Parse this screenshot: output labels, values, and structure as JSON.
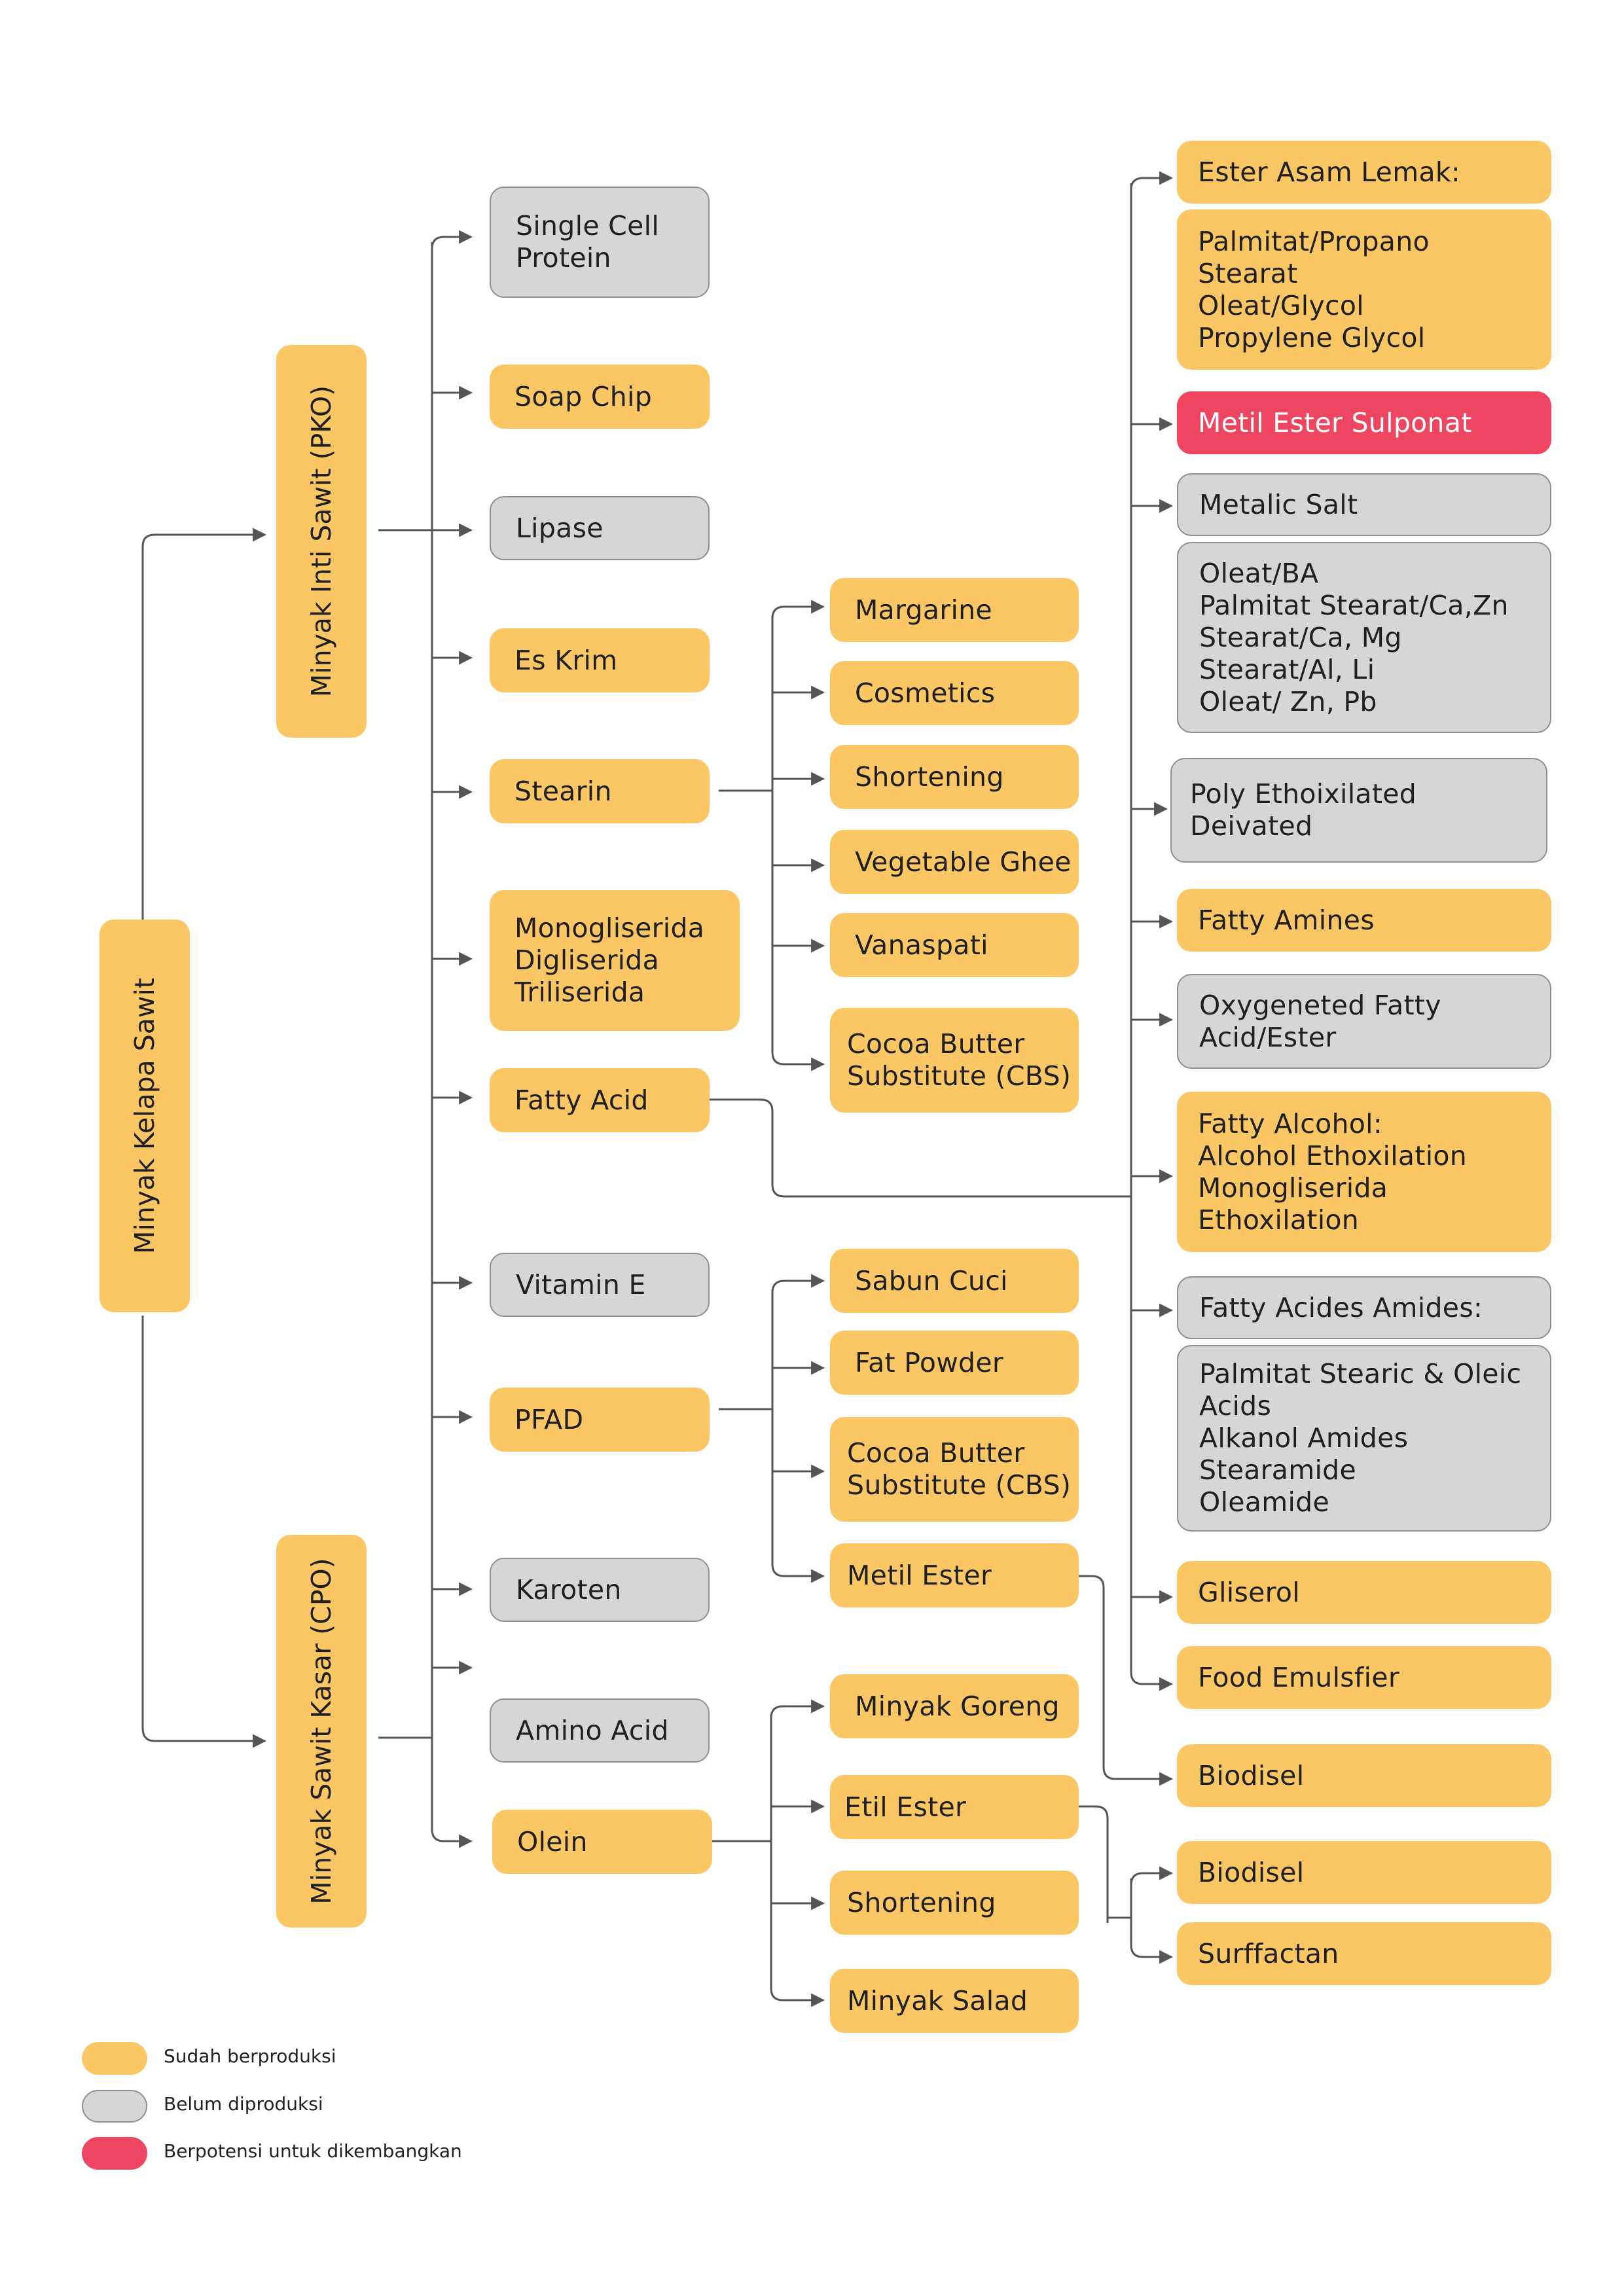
{
  "root": "Minyak Kelapa Sawit",
  "branches": {
    "pko": "Minyak Inti Sawit (PKO)",
    "cpo": "Minyak Sawit Kasar (CPO)"
  },
  "level1": {
    "single_cell_protein": "Single Cell\nProtein",
    "soap_chip": "Soap Chip",
    "lipase": "Lipase",
    "es_krim": "Es Krim",
    "stearin": "Stearin",
    "glycerides": "Monogliserida\nDigliserida\nTriliserida",
    "fatty_acid": "Fatty Acid",
    "vitamin_e": "Vitamin E",
    "pfad": "PFAD",
    "karoten": "Karoten",
    "amino_acid": "Amino Acid",
    "olein": "Olein"
  },
  "level2": {
    "margarine": "Margarine",
    "cosmetics": "Cosmetics",
    "shortening_1": "Shortening",
    "vegetable_ghee": "Vegetable Ghee",
    "vanaspati": "Vanaspati",
    "cbs_1": "Cocoa Butter\nSubstitute (CBS)",
    "sabun_cuci": "Sabun Cuci",
    "fat_powder": "Fat Powder",
    "cbs_2": "Cocoa Butter\nSubstitute (CBS)",
    "metil_ester": "Metil Ester",
    "minyak_goreng": "Minyak Goreng",
    "etil_ester": "Etil Ester",
    "shortening_2": "Shortening",
    "minyak_salad": "Minyak Salad"
  },
  "level3": {
    "ester_asam_lemak": "Ester Asam Lemak:",
    "ester_asam_lemak_list": "Palmitat/Propano\nStearat\nOleat/Glycol\nPropylene Glycol",
    "metil_ester_sulponat": "Metil Ester Sulponat",
    "metalic_salt": "Metalic Salt",
    "metalic_salt_list": "Oleat/BA\nPalmitat Stearat/Ca,Zn\nStearat/Ca, Mg\nStearat/Al, Li\nOleat/ Zn, Pb",
    "poly_ethoxylated": "Poly Ethoixilated\nDeivated",
    "fatty_amines": "Fatty Amines",
    "oxygeneted": "Oxygeneted Fatty\nAcid/Ester",
    "fatty_alcohol": "Fatty Alcohol:\nAlcohol Ethoxilation\nMonogliserida\nEthoxilation",
    "fatty_acides_amides": "Fatty Acides Amides:",
    "amides_list": "Palmitat Stearic & Oleic\nAcids\nAlkanol Amides\nStearamide\nOleamide",
    "gliserol": "Gliserol",
    "food_emulsifier": "Food Emulsfier",
    "biodisel_1": "Biodisel",
    "biodisel_2": "Biodisel",
    "surfactan": "Surffactan"
  },
  "legend": [
    {
      "label": "Sudah berproduksi",
      "color": "#fbc765"
    },
    {
      "label": "Belum diproduksi",
      "color": "#d5d6d8"
    },
    {
      "label": "Berpotensi untuk dikembangkan",
      "color": "#ee4560"
    }
  ],
  "colors": {
    "produced": "#fbc765",
    "not_produced": "#d5d6d8",
    "potential": "#ee4560",
    "connector": "#555555"
  }
}
